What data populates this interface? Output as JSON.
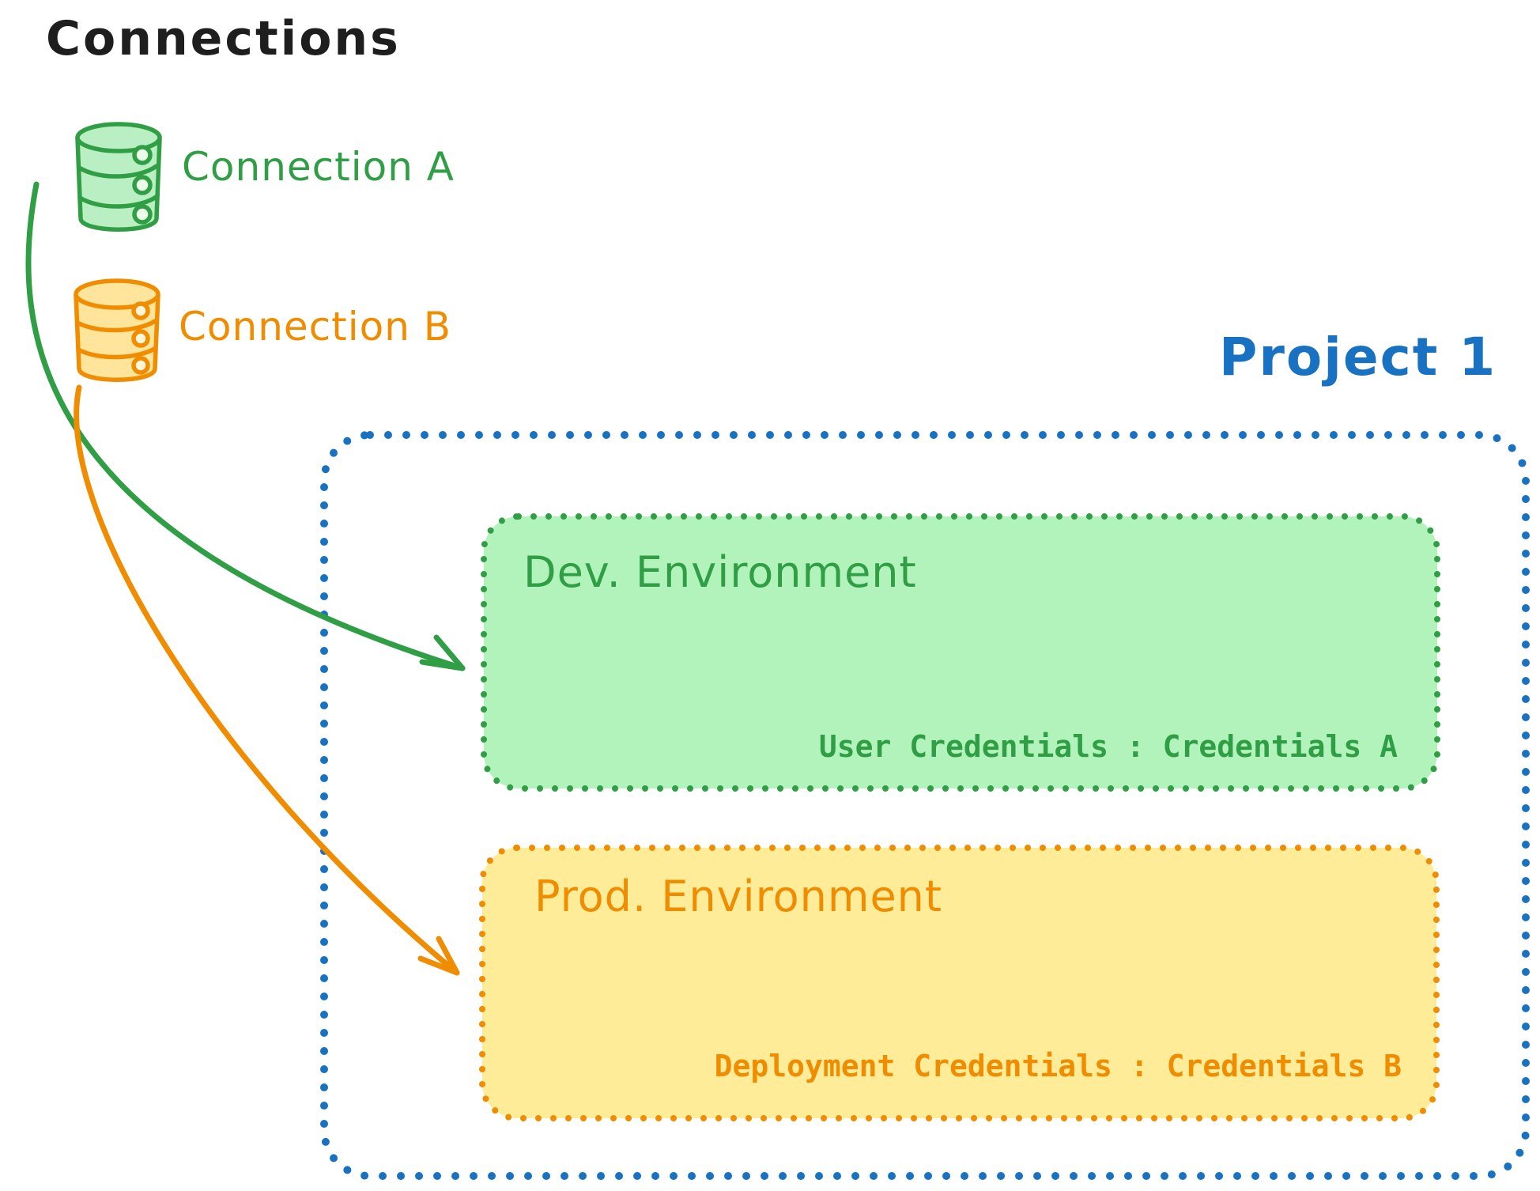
{
  "title": "Connections",
  "connections": [
    {
      "id": "A",
      "label": "Connection A",
      "stroke_color": "#2f9e44",
      "fill_color": "#b9efc2"
    },
    {
      "id": "B",
      "label": "Connection B",
      "stroke_color": "#f08c00",
      "fill_color": "#ffe49b"
    }
  ],
  "project": {
    "title": "Project 1",
    "border_color": "#1971c2",
    "environments": [
      {
        "name": "Dev. Environment",
        "credentials_text": "User Credentials : Credentials A",
        "stroke_color": "#2f9e44",
        "fill_color": "#b2f2bb",
        "linked_connection": "Connection A"
      },
      {
        "name": "Prod. Environment",
        "credentials_text": "Deployment Credentials : Credentials B",
        "stroke_color": "#f08c00",
        "fill_color": "#ffec99",
        "linked_connection": "Connection B"
      }
    ]
  },
  "colors": {
    "title_text": "#1e1e1e",
    "green": "#2f9e44",
    "green_fill": "#b2f2bb",
    "orange": "#f08c00",
    "orange_fill": "#ffec99",
    "blue": "#1971c2",
    "background": "#ffffff"
  }
}
